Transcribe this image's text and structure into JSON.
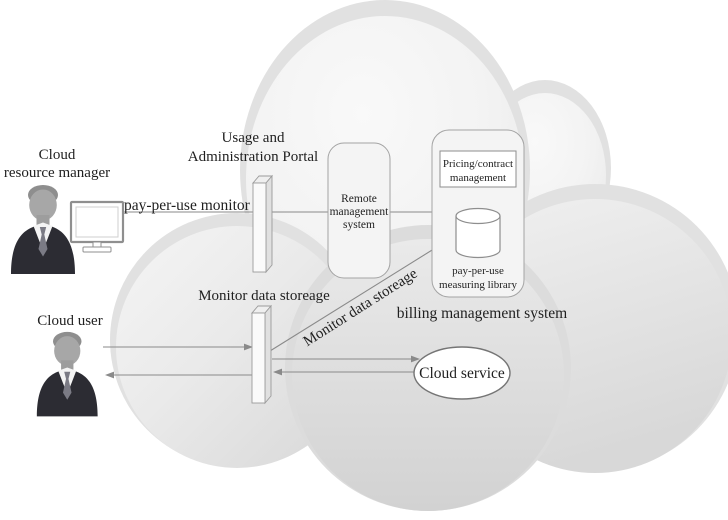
{
  "labels": {
    "manager_line1": "Cloud",
    "manager_line2": "resource manager",
    "portal_line1": "Usage and",
    "portal_line2": "Administration Portal",
    "pay_per_use_monitor": "pay-per-use monitor",
    "monitor_data_storage": "Monitor data storeage",
    "monitor_data_storage_diagonal": "Monitor data storeage",
    "cloud_user": "Cloud user",
    "billing_system": "billing management system"
  },
  "nodes": {
    "remote_line1": "Remote",
    "remote_line2": "management",
    "remote_line3": "system",
    "pricing_line1": "Pricing/contract",
    "pricing_line2": "management",
    "library_line1": "pay-per-use",
    "library_line2": "measuring library",
    "cloud_service": "Cloud service"
  },
  "colors": {
    "text": "#1f1f1f",
    "line": "#8a8a8a",
    "node_border": "#9b9b9b",
    "cloud_edge": "#e1e1e1",
    "cloud_light": "#f6f6f6",
    "cloud_dark": "#d3d3d3",
    "suit": "#2c2c33",
    "skin": "#a7a7a7",
    "hair": "#8e8e8e",
    "tie": "#7b7b85"
  }
}
